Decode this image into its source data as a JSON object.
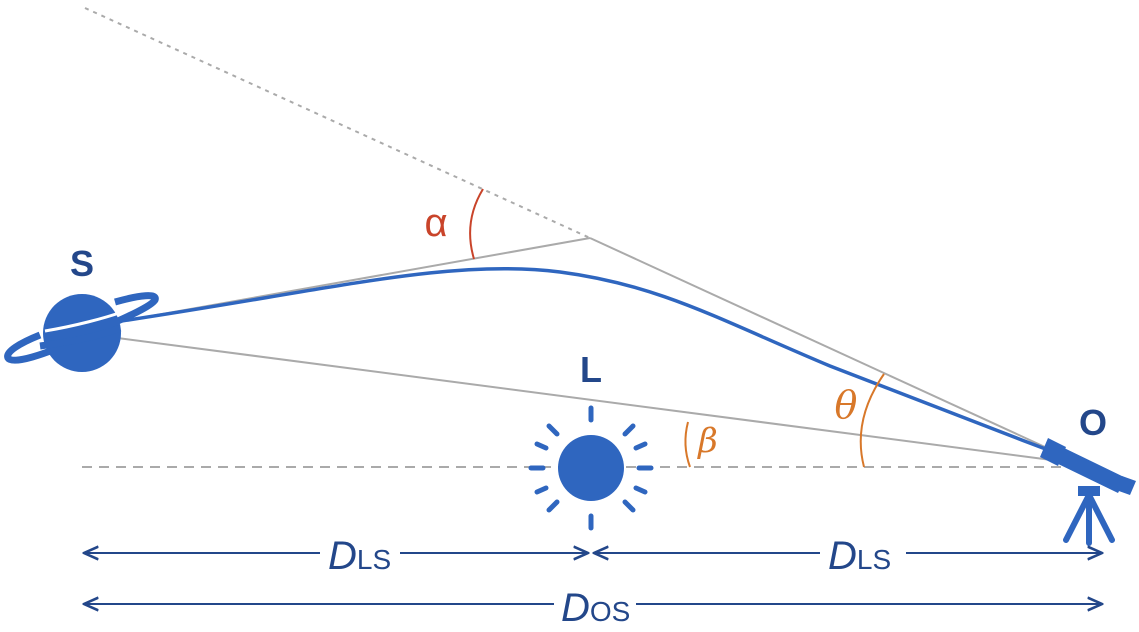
{
  "labels": {
    "source": "S",
    "lens": "L",
    "observer": "O",
    "alpha": "α",
    "beta": "β",
    "theta": "θ"
  },
  "distances": [
    {
      "letter": "D",
      "subscript": "LS"
    },
    {
      "letter": "D",
      "subscript": "LS"
    },
    {
      "letter": "D",
      "subscript": "OS"
    }
  ],
  "icons": [
    "planet-icon",
    "star-icon",
    "telescope-icon"
  ],
  "colors": {
    "blue": "#2f66bf",
    "dark_blue": "#23478a",
    "gray": "#aaaaaa",
    "red": "#c9442a",
    "orange": "#d8782a"
  }
}
